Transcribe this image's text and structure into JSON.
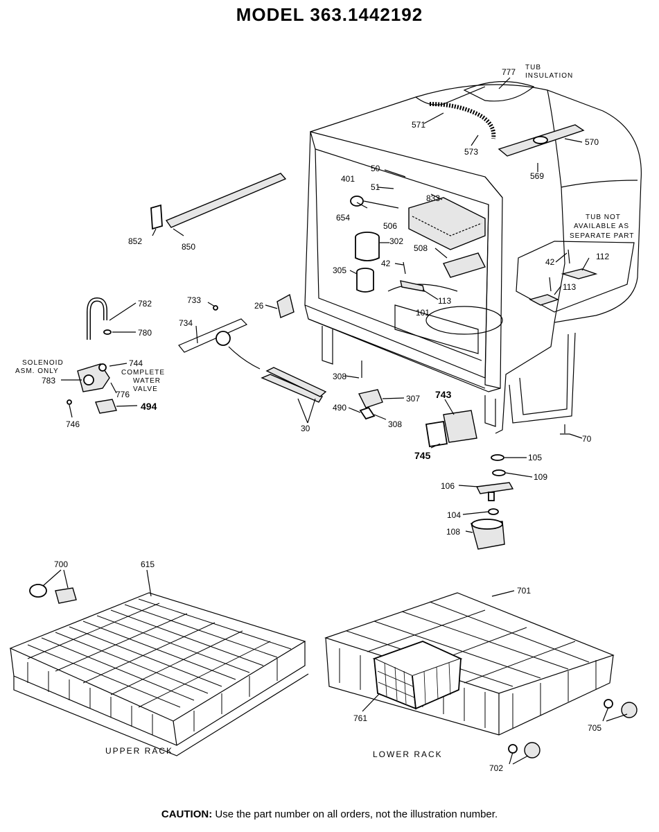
{
  "title": "MODEL 363.1442192",
  "notes": {
    "tub_insulation_1": "TUB",
    "tub_insulation_2": "INSULATION",
    "tub_not_1": "TUB NOT",
    "tub_not_2": "AVAILABLE AS",
    "tub_not_3": "SEPARATE PART",
    "solenoid_1": "SOLENOID",
    "solenoid_2": "ASM. ONLY",
    "water_valve_1": "COMPLETE",
    "water_valve_2": "WATER",
    "water_valve_3": "VALVE"
  },
  "parts": {
    "p777": "777",
    "p571": "571",
    "p573": "573",
    "p570": "570",
    "p569": "569",
    "p50": "50",
    "p51": "51",
    "p401": "401",
    "p833": "833",
    "p654": "654",
    "p506": "506",
    "p302": "302",
    "p508": "508",
    "p42a": "42",
    "p305": "305",
    "p113a": "113",
    "p101": "101",
    "p42b": "42",
    "p112": "112",
    "p113b": "113",
    "p852": "852",
    "p850": "850",
    "p733": "733",
    "p26": "26",
    "p782": "782",
    "p780": "780",
    "p734": "734",
    "p744": "744",
    "p783": "783",
    "p776": "776",
    "p494": "494",
    "p746": "746",
    "p308a": "308",
    "p30": "30",
    "p490": "490",
    "p307": "307",
    "p308b": "308",
    "p743": "743",
    "p745": "745",
    "p70": "70",
    "p105": "105",
    "p109": "109",
    "p106": "106",
    "p104": "104",
    "p108": "108",
    "p700": "700",
    "p615": "615",
    "p701": "701",
    "p761": "761",
    "p705": "705",
    "p702": "702"
  },
  "captions": {
    "upper_rack": "UPPER RACK",
    "lower_rack": "LOWER RACK"
  },
  "caution": {
    "label": "CAUTION:",
    "text": "Use the part number on all orders, not the illustration number."
  }
}
